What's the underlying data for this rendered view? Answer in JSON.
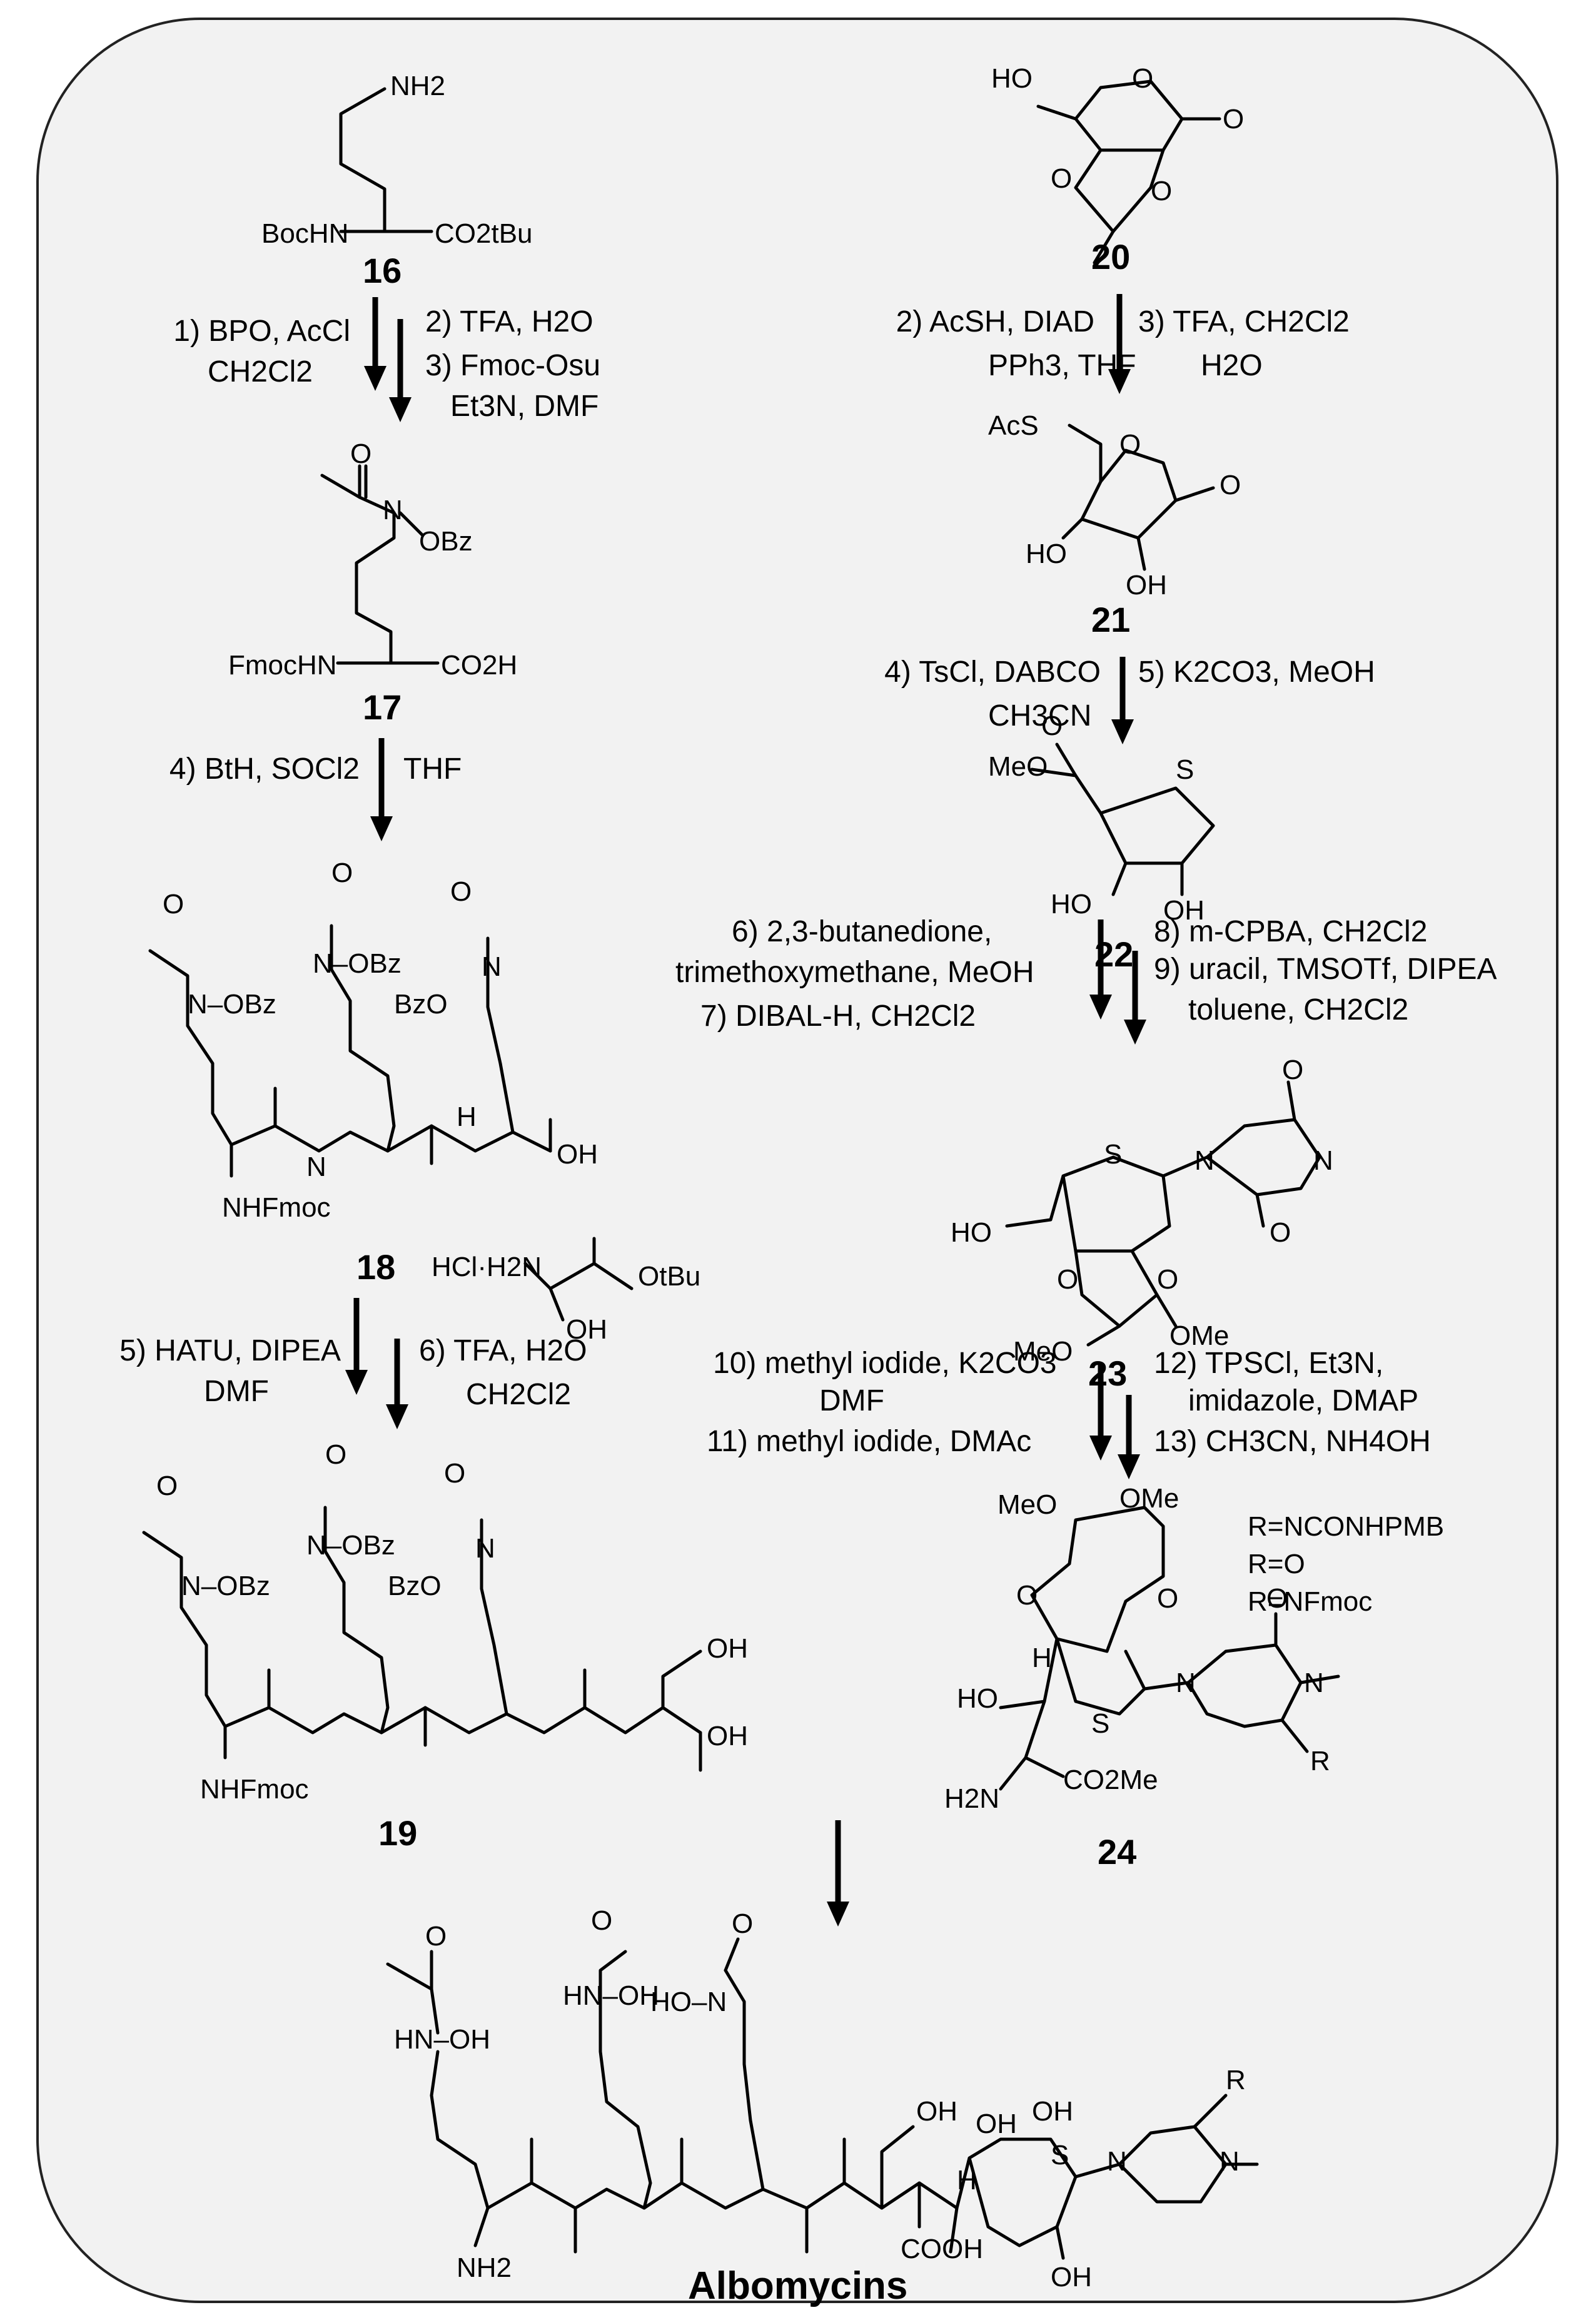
{
  "compounds": {
    "c16": {
      "number": "16",
      "amine": "NH2",
      "left_group": "BocHN",
      "ester": "CO2tBu"
    },
    "c17": {
      "number": "17",
      "left_group": "FmocHN",
      "acid": "CO2H",
      "n_label": "N",
      "o_group": "OBz"
    },
    "c18": {
      "number": "18",
      "amine": "NHFmoc",
      "acid": "OH",
      "g1": "N–OBz",
      "g2": "N–OBz",
      "g3": "BzO",
      "g3n": "N",
      "nh1": "N\nH",
      "nh2": "H\nN",
      "serine": {
        "salt": "HCl·H2N",
        "ester": "OtBu",
        "oh": "OH"
      }
    },
    "c19": {
      "number": "19",
      "amine": "NHFmoc",
      "acid": "OH",
      "oh": "OH",
      "g1": "N–OBz",
      "g2": "N–OBz",
      "g3": "BzO",
      "g3n": "N"
    },
    "c20": {
      "number": "20",
      "ho": "HO",
      "ring_o": "O",
      "o1": "O",
      "o2": "O",
      "carbonyl": "O"
    },
    "c21": {
      "number": "21",
      "acs": "AcS",
      "ho": "HO",
      "oh": "OH",
      "ring_o": "O",
      "carbonyl": "O"
    },
    "c22": {
      "number": "22",
      "meo": "MeO",
      "s": "S",
      "ho": "HO",
      "oh": "OH",
      "carbonyl": "O"
    },
    "c23": {
      "number": "23",
      "ho": "HO",
      "s": "S",
      "n1": "N",
      "n2": "N",
      "o_top": "O",
      "o_bottom": "O",
      "ome": "OMe",
      "meo": "MeO",
      "o1": "O",
      "o2": "O"
    },
    "c24": {
      "number": "24",
      "meo": "MeO",
      "ome": "OMe",
      "ho": "HO",
      "h": "H",
      "s": "S",
      "h2n": "H2N",
      "ester": "CO2Me",
      "n1": "N",
      "n2": "N",
      "carbonyl": "O",
      "r": "R",
      "o1": "O",
      "o2": "O",
      "r_options": [
        "R=NCONHPMB",
        "R=O",
        "R=NFmoc"
      ]
    },
    "albomycins": {
      "name": "Albomycins",
      "nh2": "NH2",
      "hnoh1": "HN–OH",
      "hnoh2": "HN–OH",
      "hon": "HO–N",
      "oh": "OH",
      "oh2": "OH",
      "oh3": "OH",
      "oh4": "OH",
      "cooh": "COOH",
      "s": "S",
      "r": "R",
      "h": "H",
      "n1": "N",
      "n2": "N"
    }
  },
  "conditions": {
    "s16_17_left": [
      "1) BPO, AcCl",
      "CH2Cl2"
    ],
    "s16_17_right": [
      "2) TFA, H2O",
      "3) Fmoc-Osu",
      "Et3N, DMF"
    ],
    "s17_18": [
      "4) BtH, SOCl2",
      "THF"
    ],
    "s18_19_left": [
      "5) HATU, DIPEA",
      "DMF"
    ],
    "s18_19_right": [
      "6) TFA, H2O",
      "CH2Cl2"
    ],
    "s20_21_left": [
      "2) AcSH, DIAD",
      "PPh3, THF"
    ],
    "s20_21_right": [
      "3) TFA, CH2Cl2",
      "H2O"
    ],
    "s21_22_left": [
      "4) TsCl, DABCO",
      "CH3CN"
    ],
    "s21_22_right": [
      "5) K2CO3, MeOH"
    ],
    "s22_23_left": [
      "6) 2,3-butanedione,",
      "trimethoxymethane, MeOH",
      "7) DIBAL-H, CH2Cl2"
    ],
    "s22_23_right": [
      "8) m-CPBA, CH2Cl2",
      "9) uracil, TMSOTf, DIPEA",
      "toluene, CH2Cl2"
    ],
    "s23_24_left": [
      "10) methyl iodide, K2CO3",
      "DMF",
      "11) methyl iodide, DMAc"
    ],
    "s23_24_right": [
      "12) TPSCl, Et3N,",
      "imidazole, DMAP",
      "13) CH3CN, NH4OH"
    ]
  }
}
